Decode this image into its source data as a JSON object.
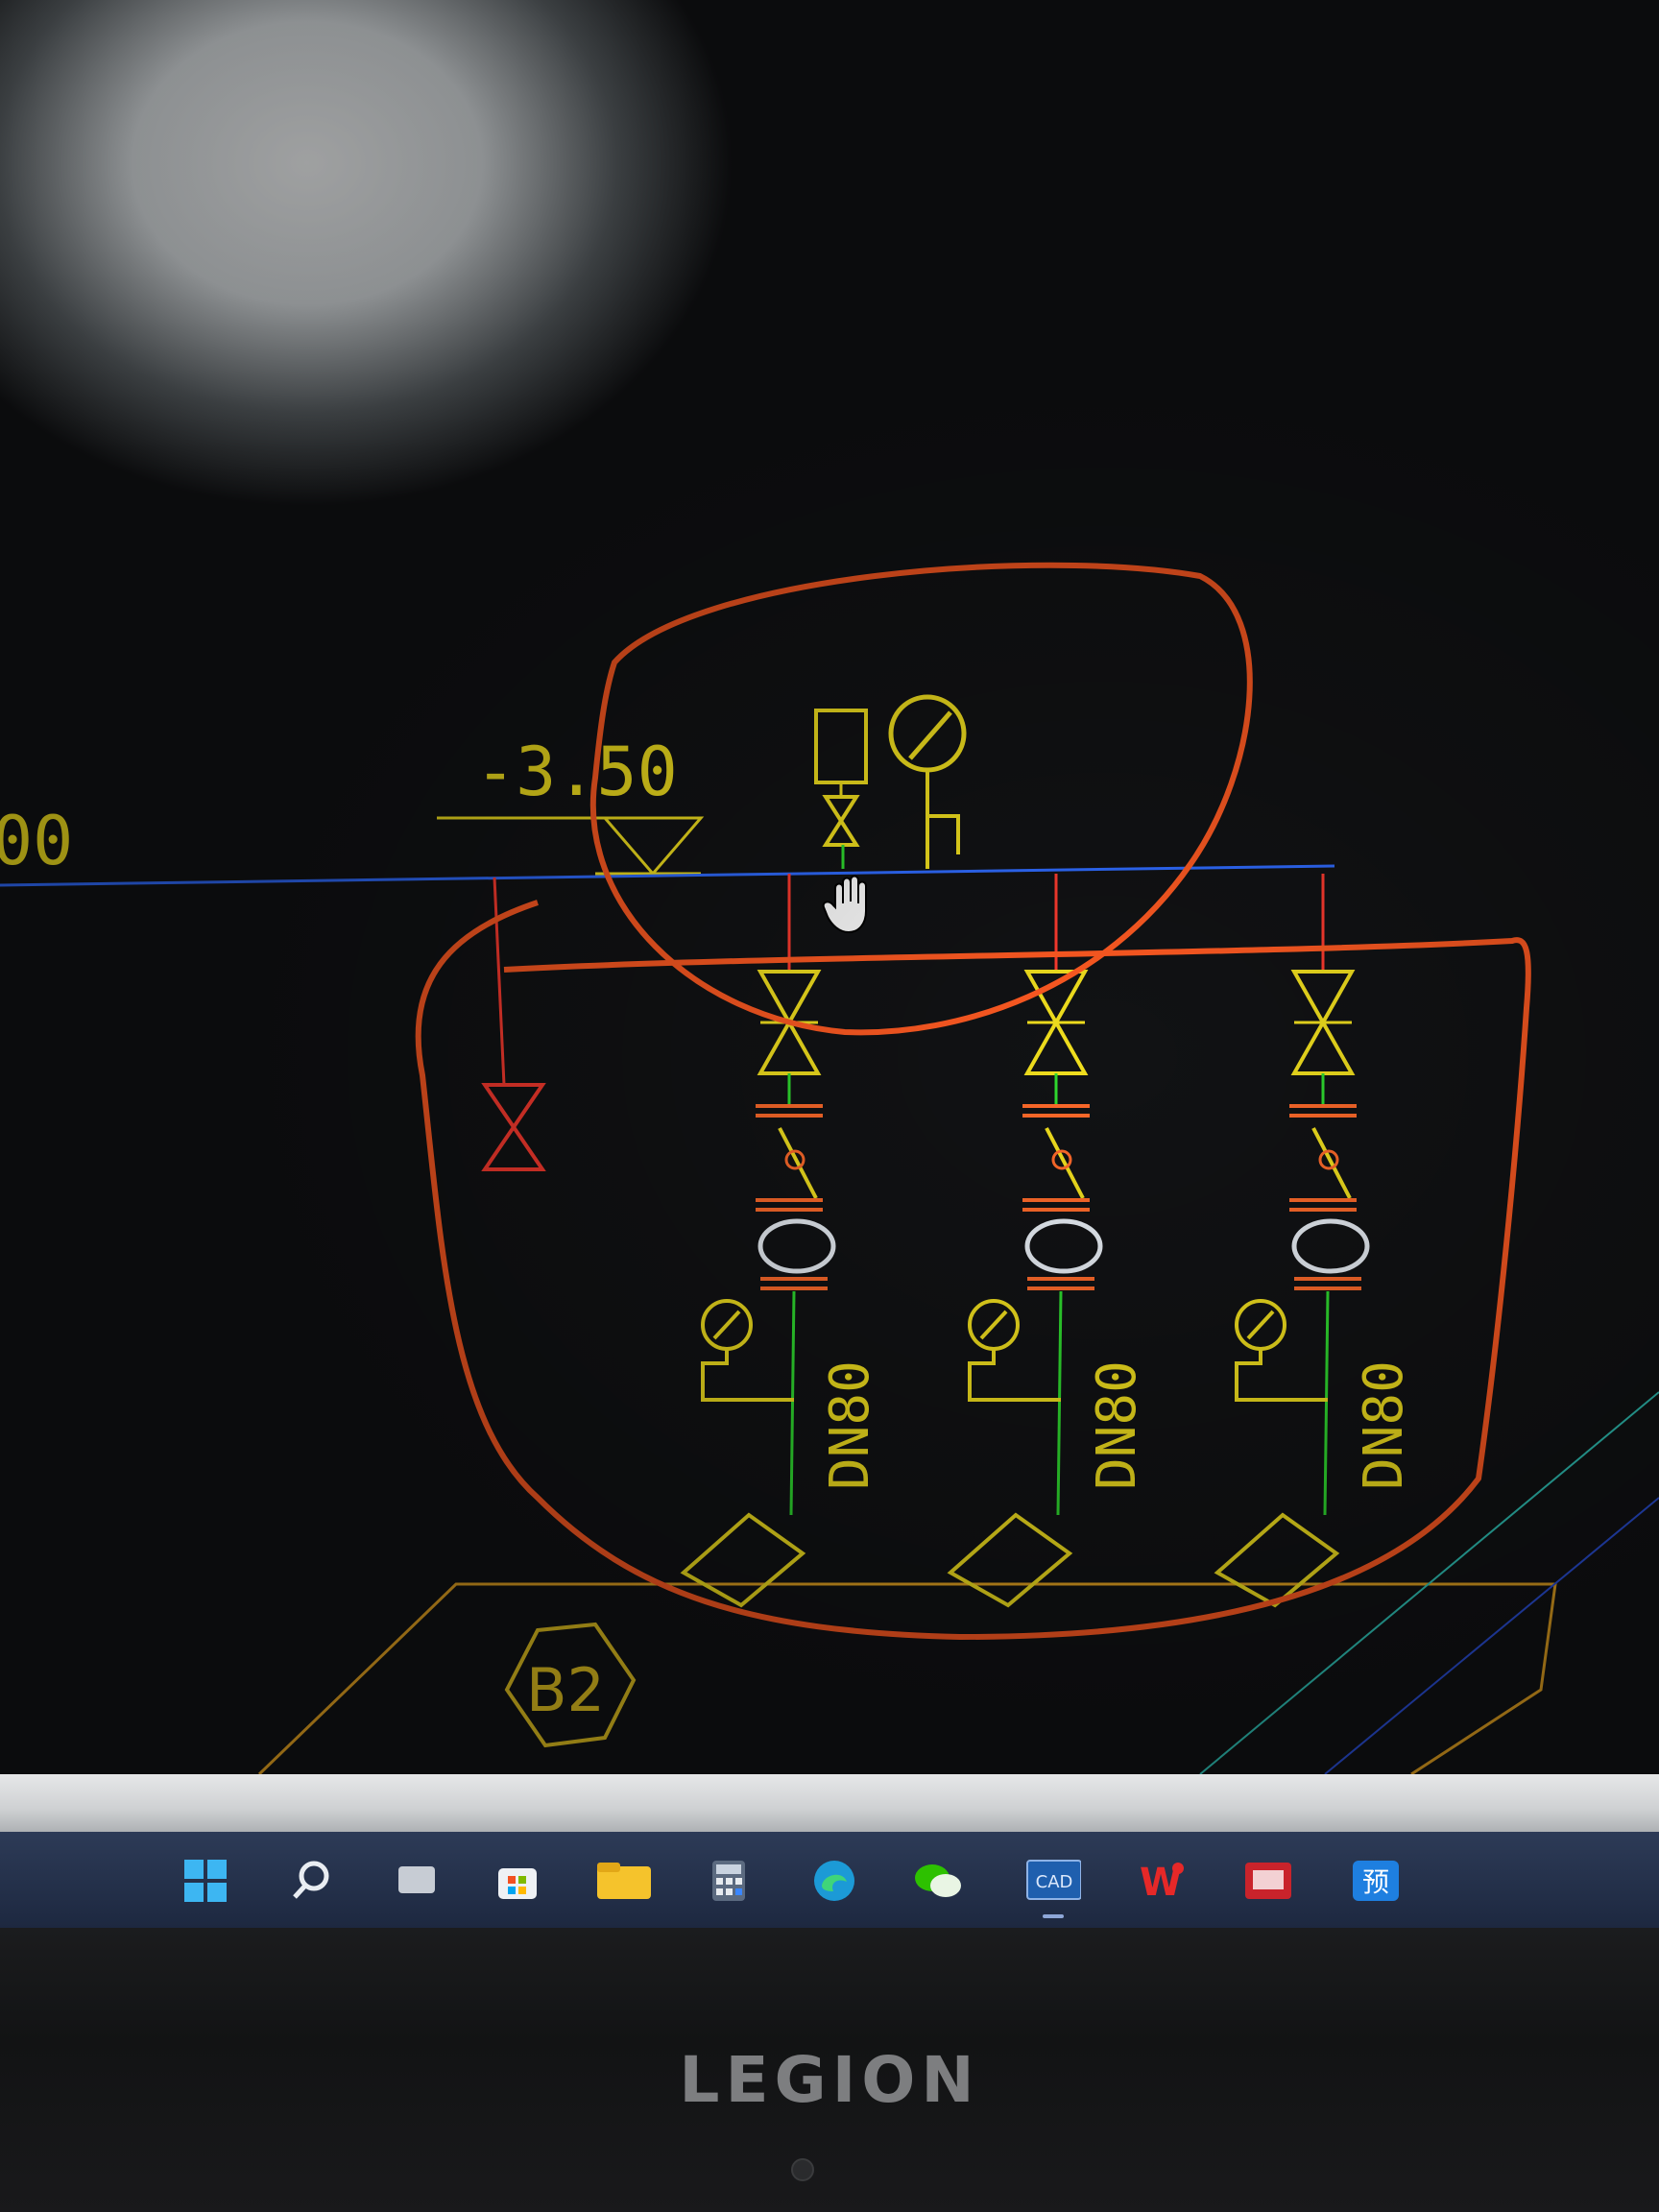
{
  "drawing": {
    "elevation_label": "-3.50",
    "left_edge_label": "00",
    "pipe_size_labels": [
      "DN80",
      "DN80",
      "DN80"
    ],
    "area_tag": "B2",
    "colors": {
      "background": "#070708",
      "main_pipe": "#2f6bff",
      "riser": "#ff3b2f",
      "branch": "#2fdc2f",
      "symbol": "#f2e01e",
      "flange": "#ff6a2a",
      "markup": "#ff5a22",
      "slab": "#e0a020",
      "gauge_ring": "#e8eef5"
    },
    "cursor_icon": "hand-cursor-icon"
  },
  "taskbar": {
    "icons": [
      {
        "name": "start-icon"
      },
      {
        "name": "search-icon"
      },
      {
        "name": "task-view-icon"
      },
      {
        "name": "store-icon"
      },
      {
        "name": "file-explorer-icon"
      },
      {
        "name": "calculator-icon"
      },
      {
        "name": "edge-icon"
      },
      {
        "name": "wechat-icon"
      },
      {
        "name": "cad-app-icon",
        "label": "CAD"
      },
      {
        "name": "wps-icon",
        "label": "W"
      },
      {
        "name": "pdf-app-icon"
      },
      {
        "name": "preview-app-icon",
        "label": "预"
      }
    ]
  },
  "laptop": {
    "brand": "LEGION"
  }
}
